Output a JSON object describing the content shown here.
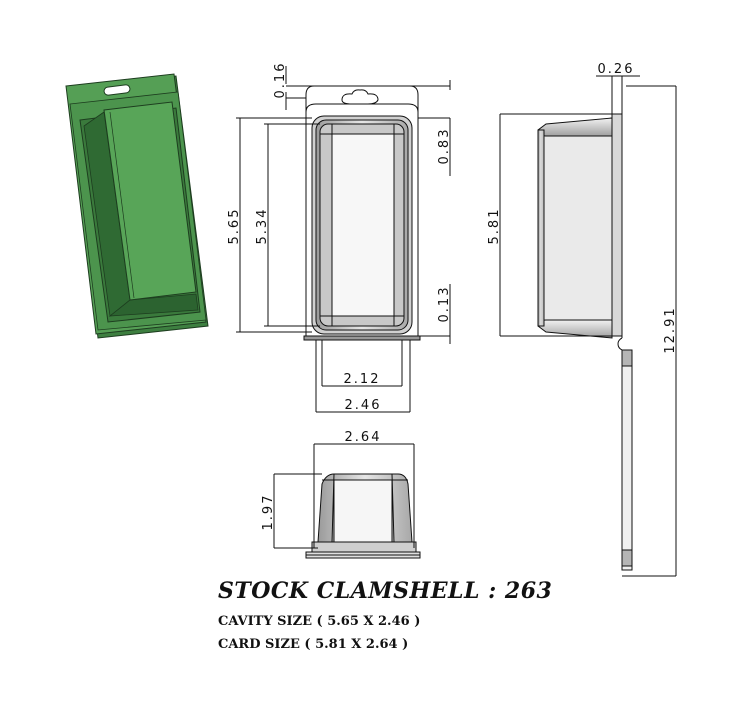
{
  "title": "STOCK CLAMSHELL : 263",
  "cavity_size": "CAVITY SIZE ( 5.65 X 2.46 )",
  "card_size": "CARD SIZE ( 5.81 X 2.64 )",
  "colors": {
    "iso_green": "#4f9a4f",
    "iso_green_dark": "#2f6b33",
    "line": "#111111",
    "shade": "#bdbdbd"
  },
  "views": {
    "isometric": {
      "label": "isometric-view"
    },
    "front": {
      "dims": {
        "top_offset": "0.16",
        "cavity_length": "5.65",
        "inner_length": "5.34",
        "top_flange": "0.83",
        "bottom_flange": "0.13",
        "inner_width": "2.12",
        "cavity_width": "2.46"
      }
    },
    "side": {
      "dims": {
        "flange_thickness": "0.26",
        "card_height": "5.81",
        "overall_height": "12.91"
      }
    },
    "bottom": {
      "dims": {
        "card_width": "2.64",
        "depth": "1.97"
      }
    }
  }
}
